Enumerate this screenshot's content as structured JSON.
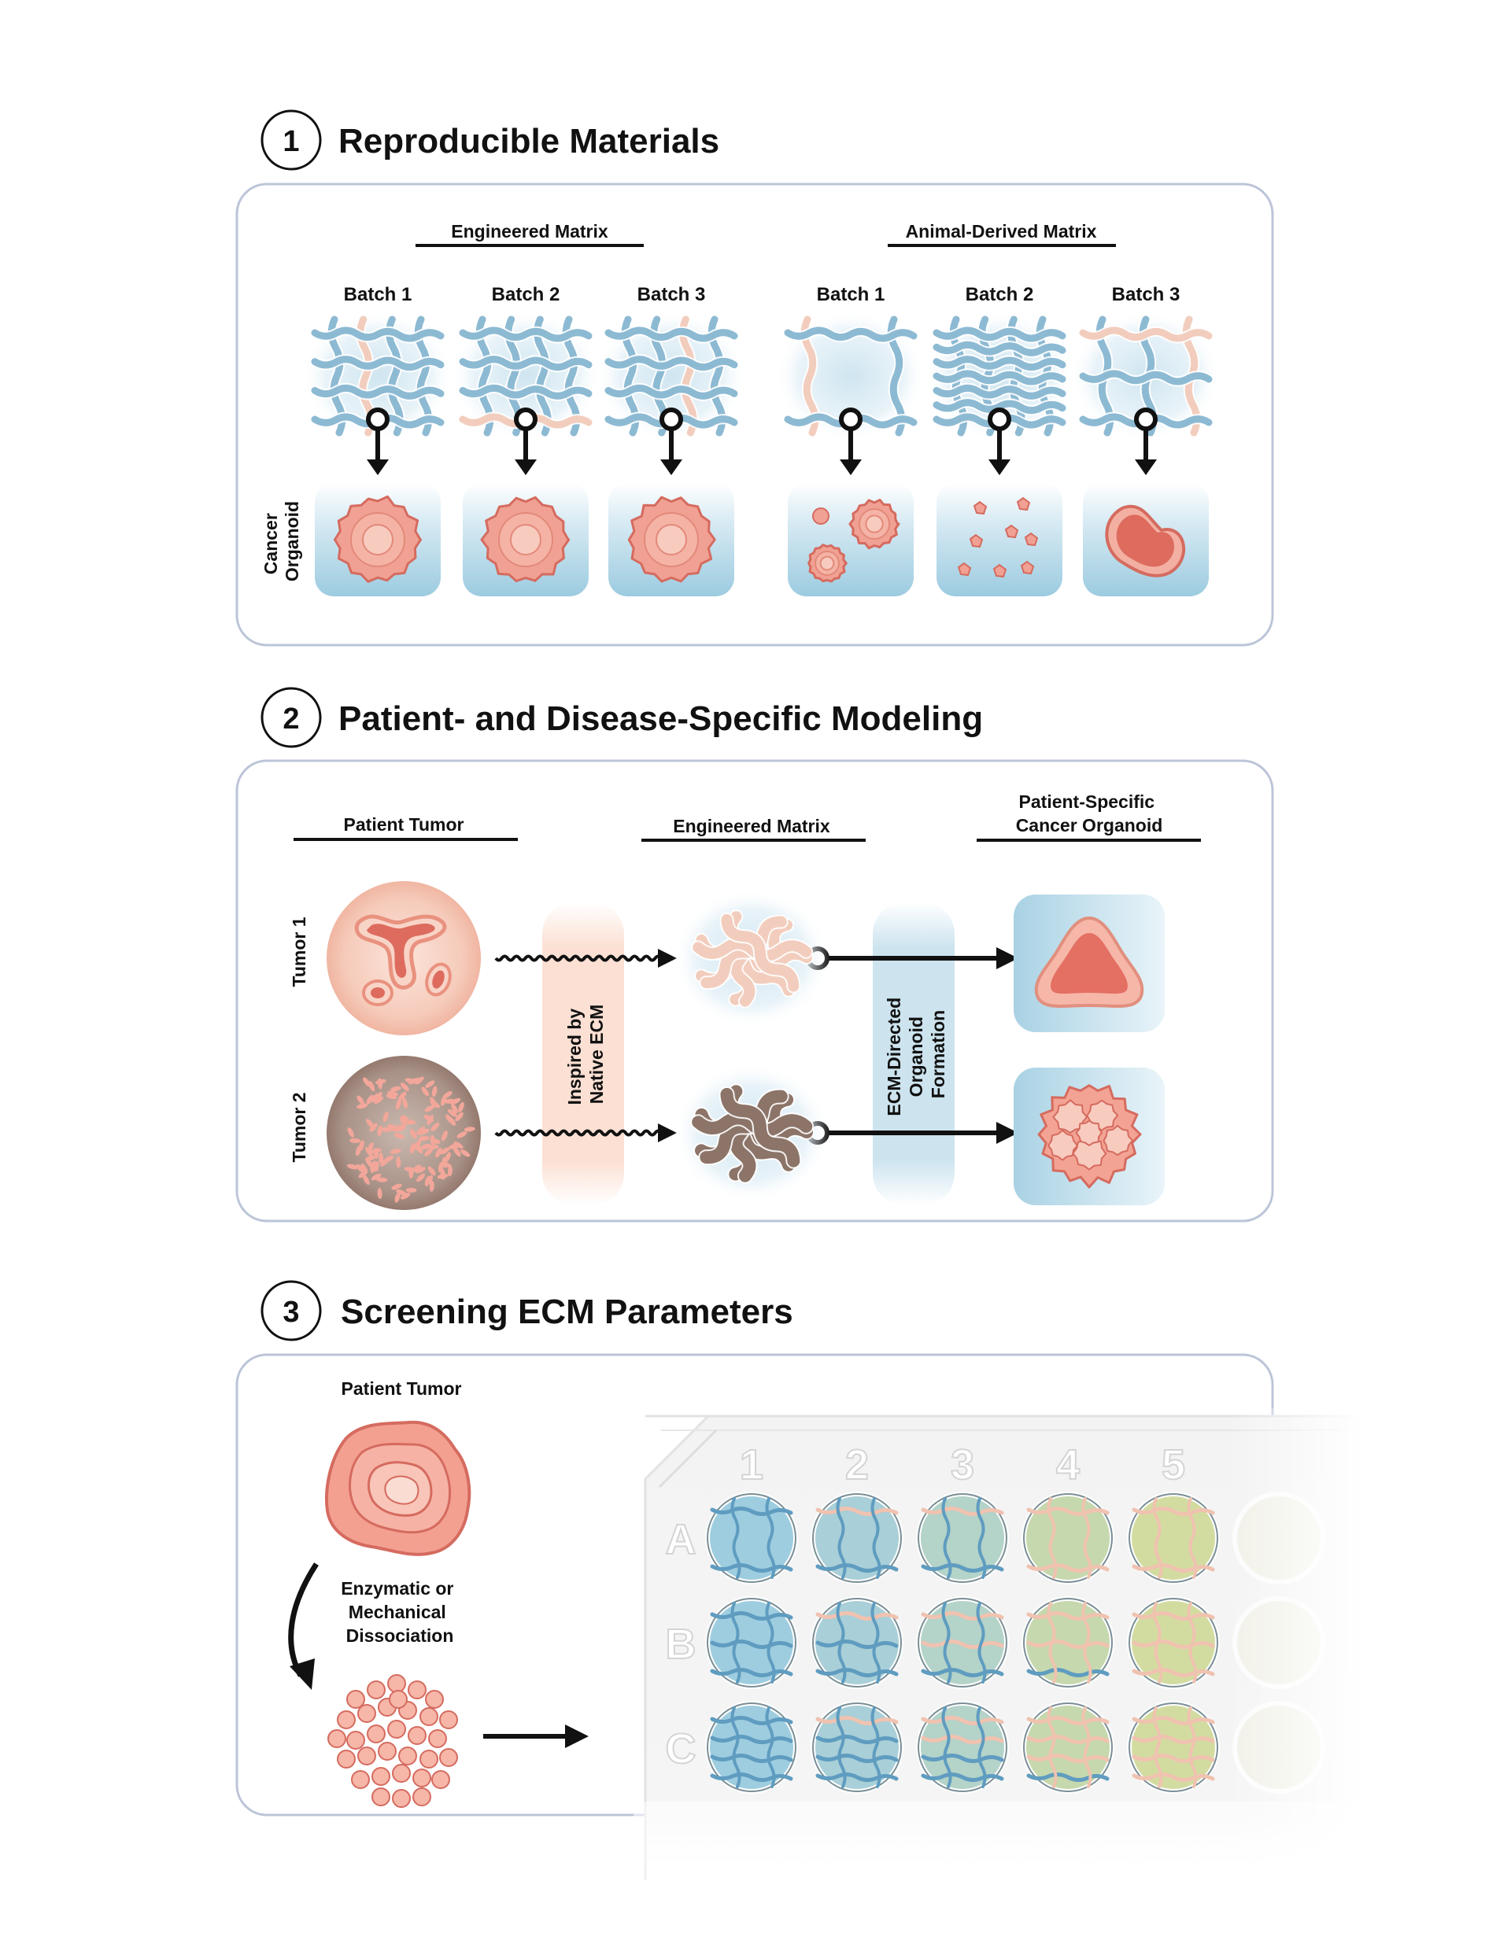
{
  "colors": {
    "panel_border": "#bcc4d8",
    "fiber_blue": "#8dbad3",
    "fiber_pink": "#f2cdbd",
    "fiber_brown": "#8c7468",
    "organoid": "#f0a193",
    "organoid_dark": "#d0584c",
    "tile_blue": "#a8d0e2"
  },
  "section1": {
    "number": "1",
    "title": "Reproducible Materials",
    "engineered_header": "Engineered Matrix",
    "animal_header": "Animal-Derived Matrix",
    "batches": [
      "Batch 1",
      "Batch 2",
      "Batch 3",
      "Batch 1",
      "Batch 2",
      "Batch 3"
    ],
    "row_label_line1": "Cancer",
    "row_label_line2": "Organoid"
  },
  "section2": {
    "number": "2",
    "title": "Patient- and Disease-Specific Modeling",
    "col_patient_tumor": "Patient Tumor",
    "col_engineered_matrix": "Engineered Matrix",
    "col_organoid_line1": "Patient-Specific",
    "col_organoid_line2": "Cancer Organoid",
    "tumor1": "Tumor 1",
    "tumor2": "Tumor 2",
    "inspired_line1": "Inspired by",
    "inspired_line2": "Native ECM",
    "directed_line1": "ECM-Directed",
    "directed_line2": "Organoid",
    "directed_line3": "Formation"
  },
  "section3": {
    "number": "3",
    "title": "Screening ECM Parameters",
    "patient_tumor": "Patient Tumor",
    "dissociation_line1": "Enzymatic or",
    "dissociation_line2": "Mechanical",
    "dissociation_line3": "Dissociation",
    "plate_columns": [
      "1",
      "2",
      "3",
      "4",
      "5"
    ],
    "plate_rows": [
      "A",
      "B",
      "C"
    ]
  }
}
